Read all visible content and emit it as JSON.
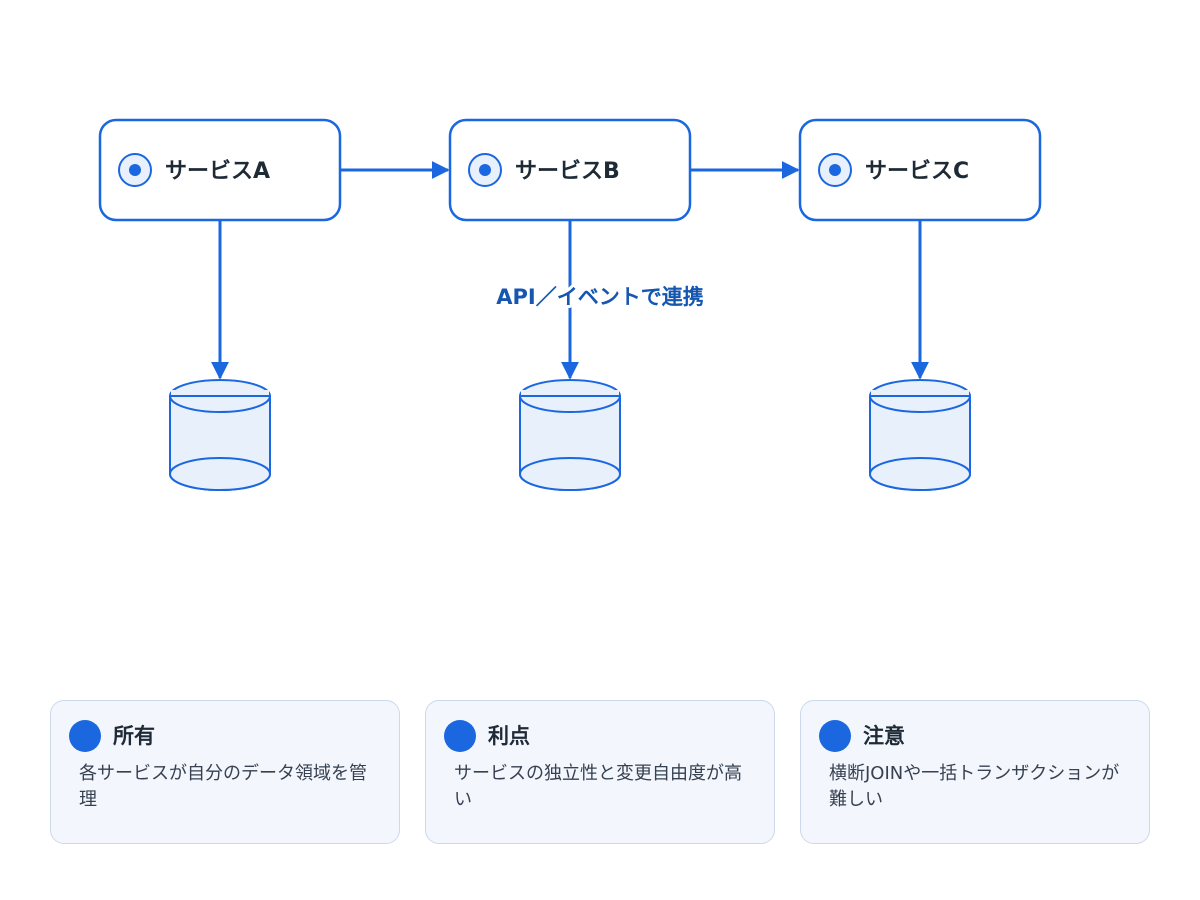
{
  "services": [
    {
      "name": "サービスA"
    },
    {
      "name": "サービスB"
    },
    {
      "name": "サービスC"
    }
  ],
  "edge_label": "API／イベントで連携",
  "colors": {
    "accent": "#1a67e0",
    "box_border": "#1a67e0",
    "db_fill": "#e8f0fc",
    "card_bg": "#f3f7fd",
    "card_border": "#cdd9ea",
    "label_text": "#1557b0"
  },
  "cards": [
    {
      "title": "所有",
      "text": "各サービスが自分のデータ領域を管理"
    },
    {
      "title": "利点",
      "text": "サービスの独立性と変更自由度が高い"
    },
    {
      "title": "注意",
      "text": "横断JOINや一括トランザクションが難しい"
    }
  ]
}
